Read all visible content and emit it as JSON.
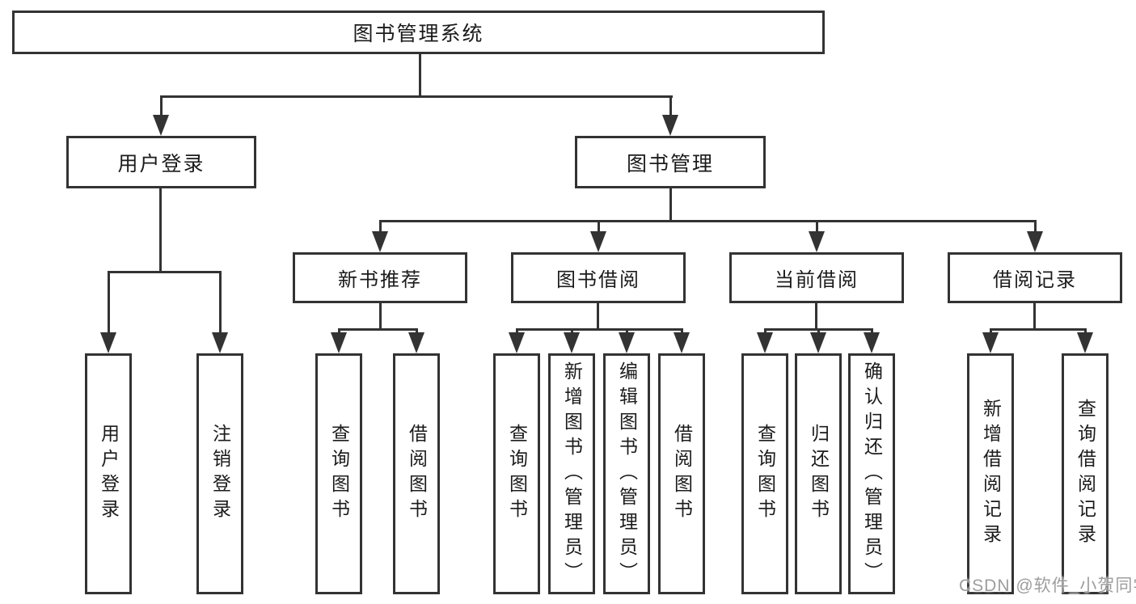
{
  "diagram": {
    "root": {
      "label": "图书管理系统"
    },
    "level2": [
      {
        "label": "用户登录"
      },
      {
        "label": "图书管理"
      }
    ],
    "level3": [
      {
        "label": "新书推荐",
        "parent": "图书管理"
      },
      {
        "label": "图书借阅",
        "parent": "图书管理"
      },
      {
        "label": "当前借阅",
        "parent": "图书管理"
      },
      {
        "label": "借阅记录",
        "parent": "图书管理"
      }
    ],
    "leaves": [
      {
        "label": "用户登录",
        "parent": "用户登录"
      },
      {
        "label": "注销登录",
        "parent": "用户登录"
      },
      {
        "label": "查询图书",
        "parent": "新书推荐"
      },
      {
        "label": "借阅图书",
        "parent": "新书推荐"
      },
      {
        "label": "查询图书",
        "parent": "图书借阅"
      },
      {
        "label": "新增图书（管理员）",
        "parent": "图书借阅"
      },
      {
        "label": "编辑图书（管理员）",
        "parent": "图书借阅"
      },
      {
        "label": "借阅图书",
        "parent": "图书借阅"
      },
      {
        "label": "查询图书",
        "parent": "当前借阅"
      },
      {
        "label": "归还图书",
        "parent": "当前借阅"
      },
      {
        "label": "确认归还（管理员）",
        "parent": "当前借阅"
      },
      {
        "label": "新增借阅记录",
        "parent": "借阅记录"
      },
      {
        "label": "查询借阅记录",
        "parent": "借阅记录"
      }
    ]
  },
  "watermark": {
    "text": "CSDN @软件_小贺同学"
  },
  "colors": {
    "line": "#333333",
    "text": "#1b1b1b",
    "background": "#ffffff",
    "watermark": "#8c8c8c"
  }
}
